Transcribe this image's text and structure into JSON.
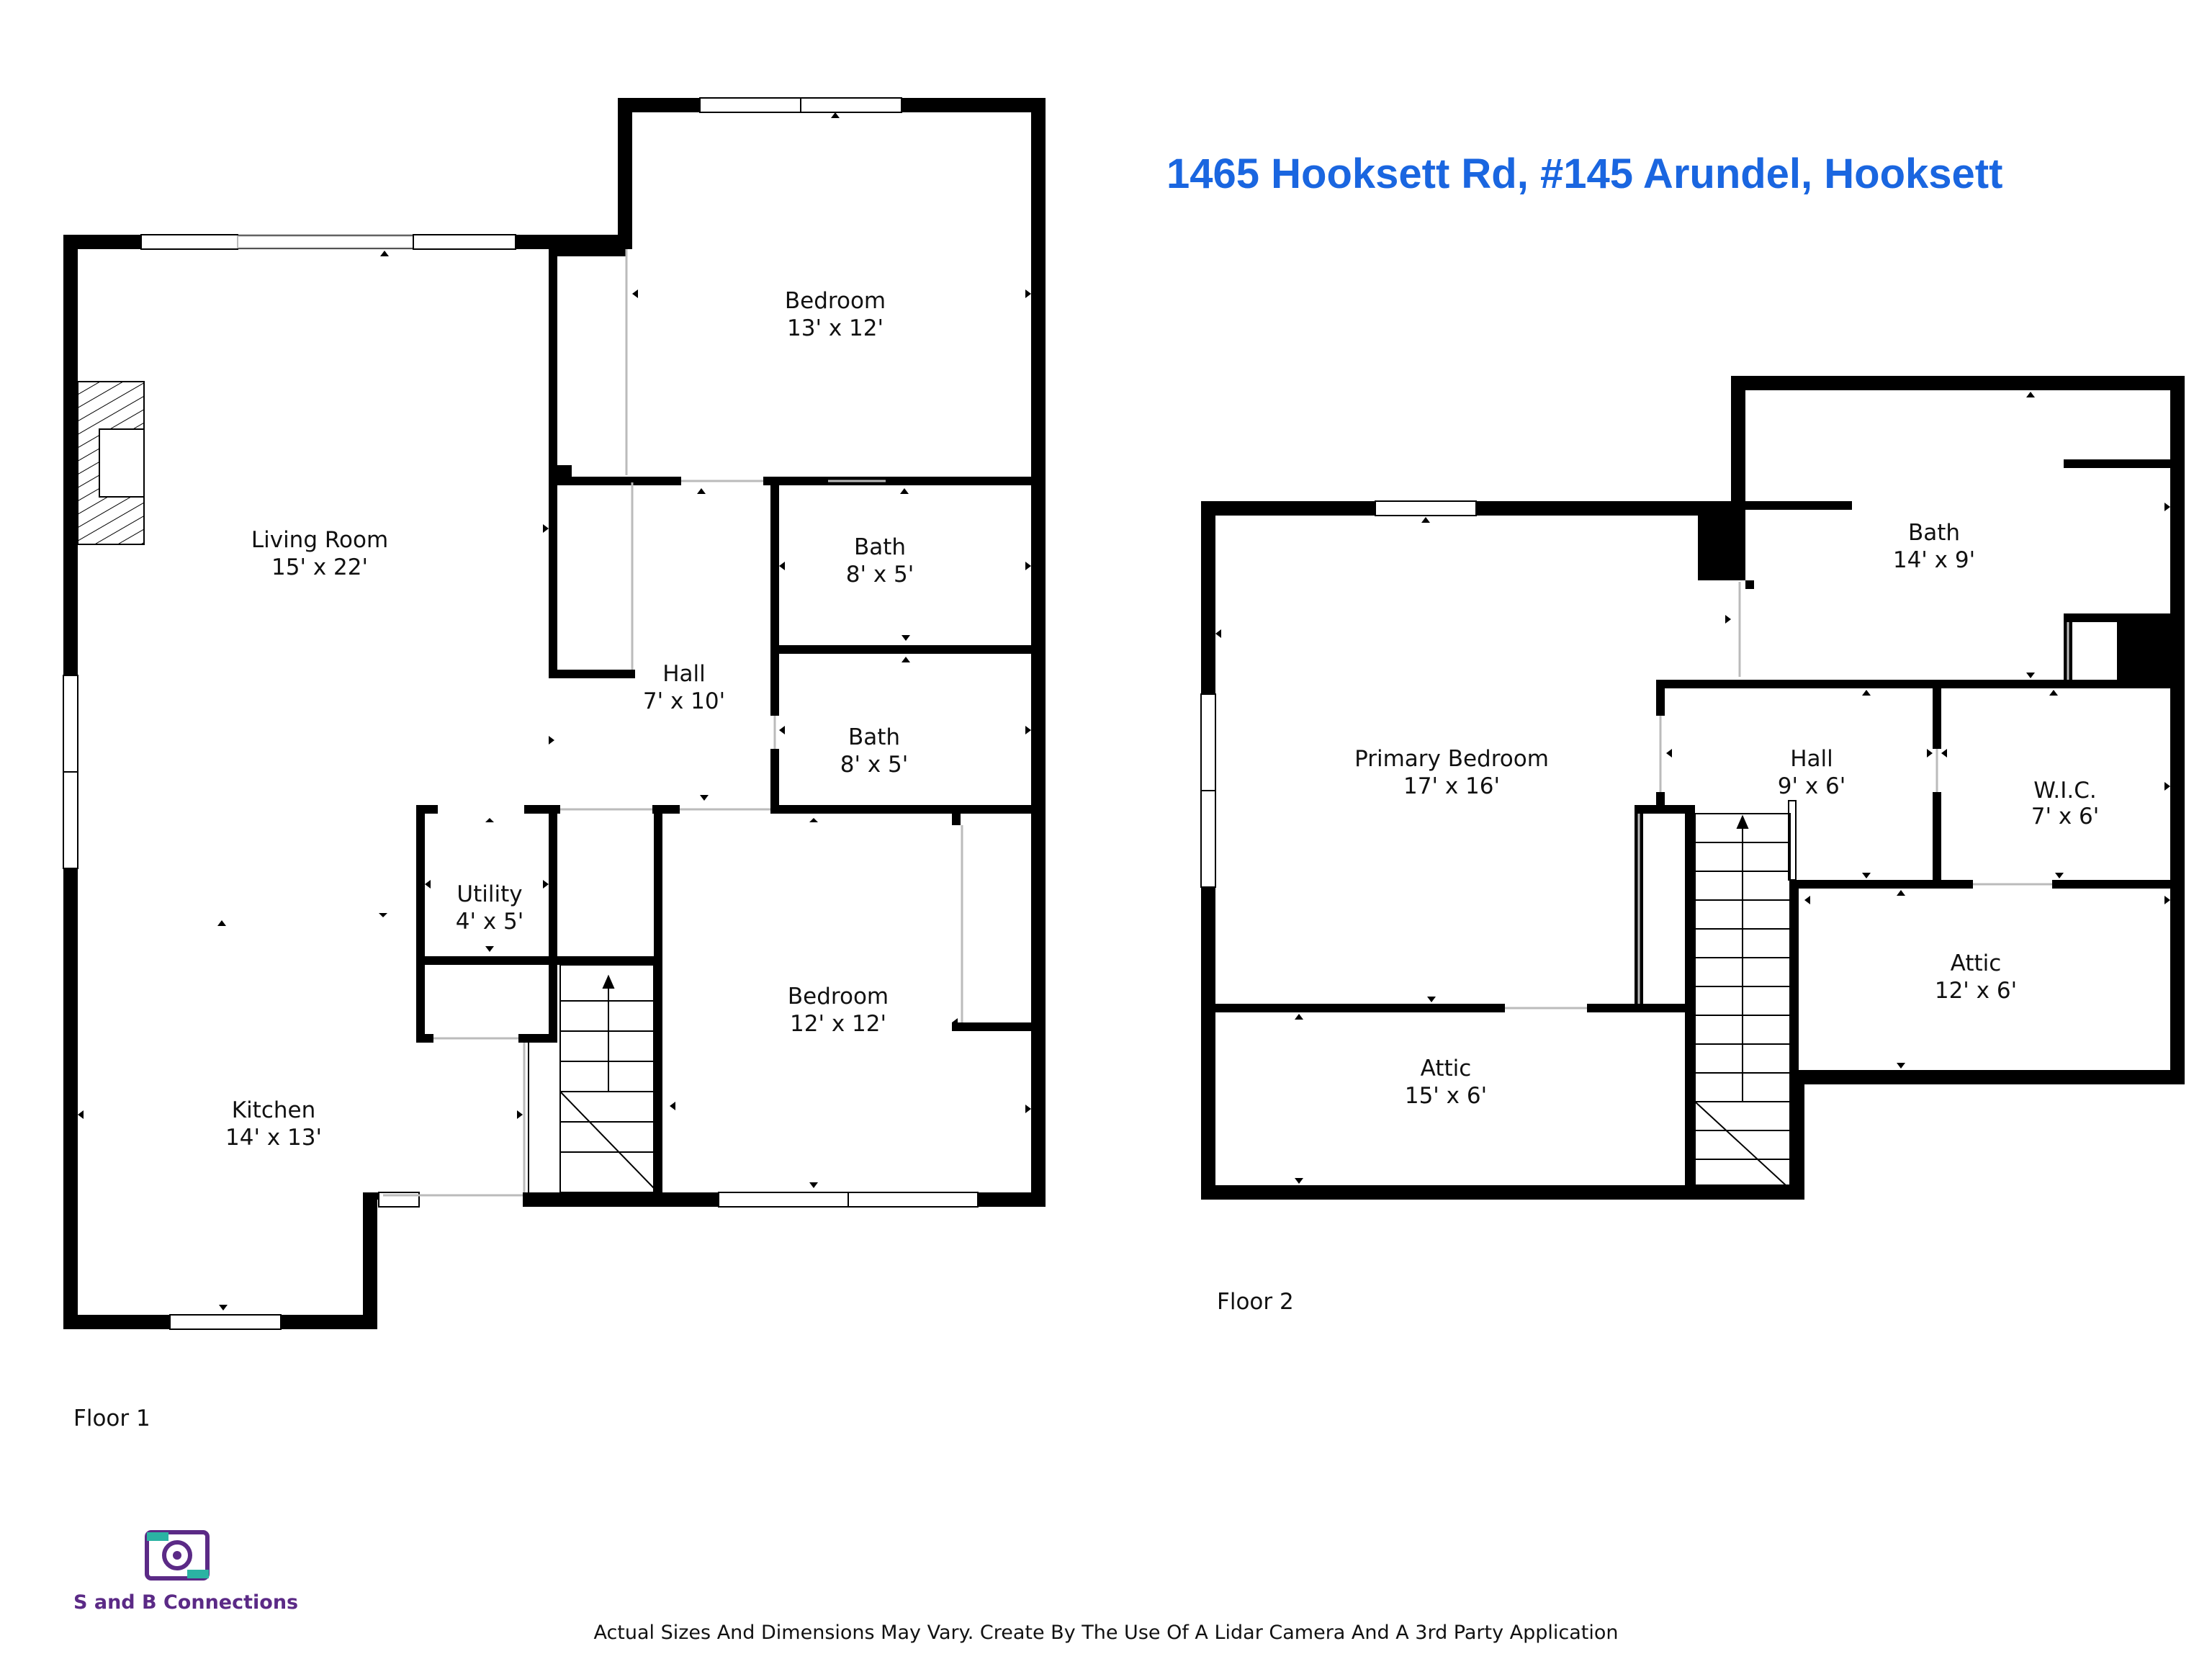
{
  "header": {
    "address": "1465 Hooksett Rd, #145 Arundel, Hooksett"
  },
  "floors": [
    {
      "label": "Floor 1"
    },
    {
      "label": "Floor 2"
    }
  ],
  "rooms": {
    "f1_living": {
      "name": "Living Room",
      "dims": "15' x 22'"
    },
    "f1_bedroom_a": {
      "name": "Bedroom",
      "dims": "13' x 12'"
    },
    "f1_bath_a": {
      "name": "Bath",
      "dims": "8' x 5'"
    },
    "f1_hall": {
      "name": "Hall",
      "dims": "7' x 10'"
    },
    "f1_bath_b": {
      "name": "Bath",
      "dims": "8' x 5'"
    },
    "f1_utility": {
      "name": "Utility",
      "dims": "4' x 5'"
    },
    "f1_bedroom_b": {
      "name": "Bedroom",
      "dims": "12' x 12'"
    },
    "f1_kitchen": {
      "name": "Kitchen",
      "dims": "14' x 13'"
    },
    "f2_primary": {
      "name": "Primary Bedroom",
      "dims": "17' x 16'"
    },
    "f2_bath": {
      "name": "Bath",
      "dims": "14' x 9'"
    },
    "f2_hall": {
      "name": "Hall",
      "dims": "9' x 6'"
    },
    "f2_wic": {
      "name": "W.I.C.",
      "dims": "7' x 6'"
    },
    "f2_attic_a": {
      "name": "Attic",
      "dims": "12' x 6'"
    },
    "f2_attic_b": {
      "name": "Attic",
      "dims": "15' x 6'"
    }
  },
  "branding": {
    "name": "S and B Connections",
    "color": "#5b2a86",
    "accent": "#2bb3a3"
  },
  "footer": {
    "disclaimer": "Actual Sizes And Dimensions May Vary. Create By The Use Of A Lidar Camera And A 3rd Party Application"
  },
  "colors": {
    "wall": "#000000",
    "title": "#1a66e0"
  }
}
